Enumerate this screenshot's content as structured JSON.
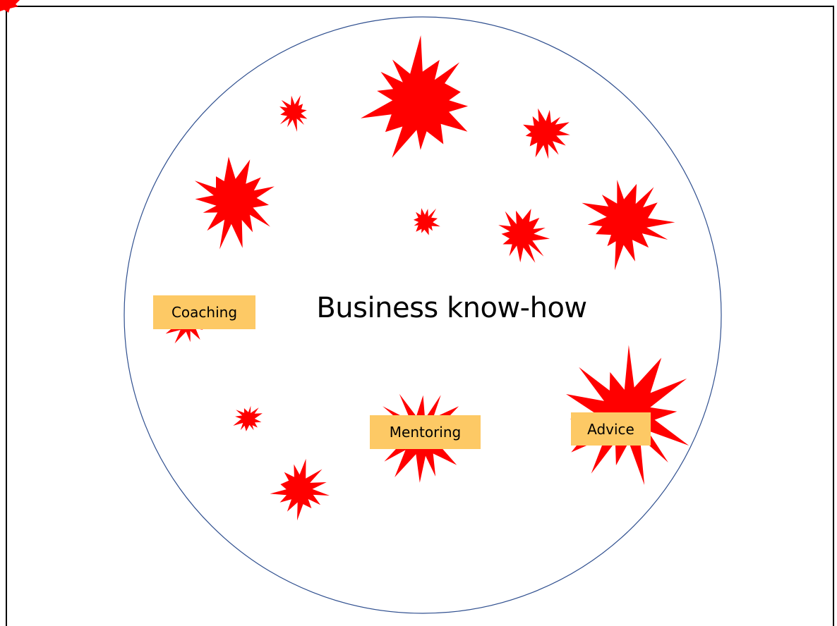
{
  "diagram": {
    "title": "Business know-how",
    "labels": {
      "coaching": "Coaching",
      "mentoring": "Mentoring",
      "advice": "Advice"
    },
    "colors": {
      "burst": "#ff0000",
      "circle_stroke": "#2f4f8f",
      "label_fill": "#fdc965",
      "border": "#000000"
    }
  }
}
